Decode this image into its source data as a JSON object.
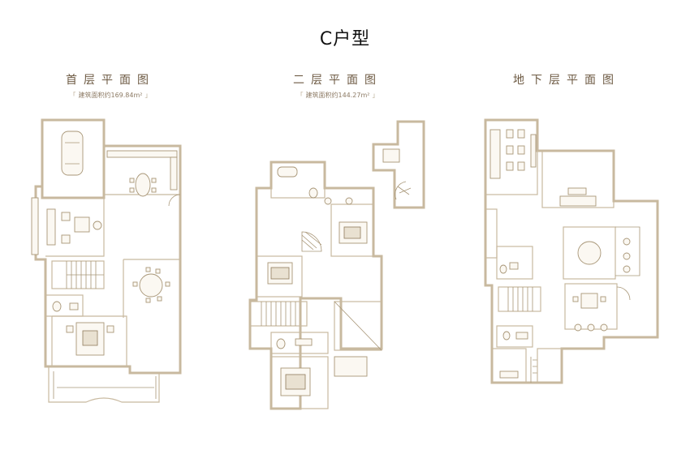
{
  "title": "C户型",
  "plans": [
    {
      "name": "首层平面图",
      "area": "建筑面积约169.84m²"
    },
    {
      "name": "二层平面图",
      "area": "建筑面积约144.27m²"
    },
    {
      "name": "地下层平面图",
      "area": ""
    }
  ],
  "colors": {
    "wall": "#c8b99f",
    "title": "#6d5a43",
    "furniture": "#a89677"
  }
}
